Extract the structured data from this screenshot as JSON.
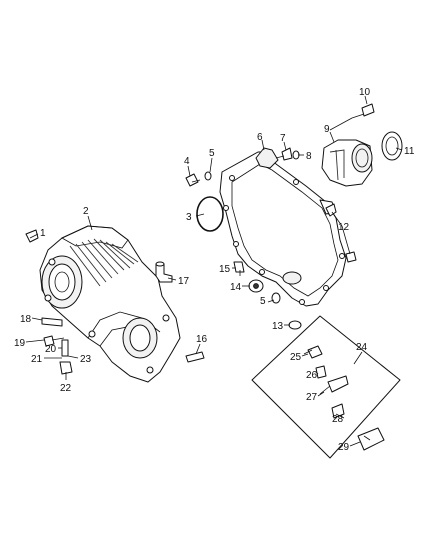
{
  "callouts": [
    {
      "id": "c1",
      "label": "1"
    },
    {
      "id": "c2",
      "label": "2"
    },
    {
      "id": "c3",
      "label": "3"
    },
    {
      "id": "c4",
      "label": "4"
    },
    {
      "id": "c5a",
      "label": "5"
    },
    {
      "id": "c5b",
      "label": "5"
    },
    {
      "id": "c6",
      "label": "6"
    },
    {
      "id": "c7",
      "label": "7"
    },
    {
      "id": "c8",
      "label": "8"
    },
    {
      "id": "c9",
      "label": "9"
    },
    {
      "id": "c10",
      "label": "10"
    },
    {
      "id": "c11",
      "label": "11"
    },
    {
      "id": "c12",
      "label": "12"
    },
    {
      "id": "c13",
      "label": "13"
    },
    {
      "id": "c14",
      "label": "14"
    },
    {
      "id": "c15",
      "label": "15"
    },
    {
      "id": "c16",
      "label": "16"
    },
    {
      "id": "c17",
      "label": "17"
    },
    {
      "id": "c18",
      "label": "18"
    },
    {
      "id": "c19",
      "label": "19"
    },
    {
      "id": "c20",
      "label": "20"
    },
    {
      "id": "c21",
      "label": "21"
    },
    {
      "id": "c22",
      "label": "22"
    },
    {
      "id": "c23",
      "label": "23"
    },
    {
      "id": "c24",
      "label": "24"
    },
    {
      "id": "c25",
      "label": "25"
    },
    {
      "id": "c26",
      "label": "26"
    },
    {
      "id": "c27",
      "label": "27"
    },
    {
      "id": "c28",
      "label": "28"
    },
    {
      "id": "c29",
      "label": "29"
    }
  ]
}
